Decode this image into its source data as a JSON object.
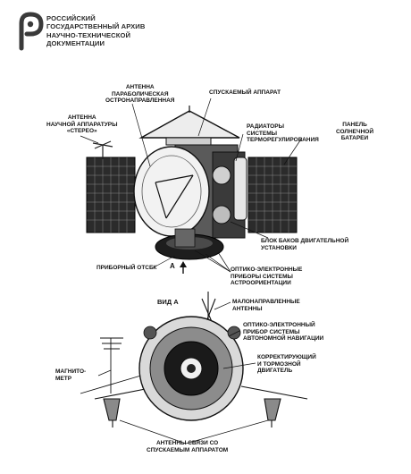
{
  "header": {
    "logo_icon": "archive-logo-icon",
    "lines": [
      "РОССИЙСКИЙ",
      "ГОСУДАРСТВЕННЫЙ АРХИВ",
      "НАУЧНО-ТЕХНИЧЕСКОЙ",
      "ДОКУМЕНТАЦИИ"
    ]
  },
  "labels": {
    "antenna_parabolic": [
      "АНТЕННА",
      "ПАРАБОЛИЧЕСКАЯ",
      "ОСТРОНАПРАВЛЕННАЯ"
    ],
    "descent_module": [
      "СПУСКАЕМЫЙ АППАРАТ"
    ],
    "stereo_antenna": [
      "АНТЕННА",
      "НАУЧНОЙ АППАРАТУРЫ",
      "«СТЕРЕО»"
    ],
    "radiators": [
      "РАДИАТОРЫ",
      "СИСТЕМЫ",
      "ТЕРМОРЕГУЛИРОВАНИЯ"
    ],
    "solar_panel": [
      "ПАНЕЛЬ",
      "СОЛНЕЧНОЙ",
      "БАТАРЕИ"
    ],
    "fuel_tanks": [
      "БЛОК БАКОВ ДВИГАТЕЛЬНОЙ",
      "УСТАНОВКИ"
    ],
    "instrument_bay": [
      "ПРИБОРНЫЙ ОТСЕК"
    ],
    "arrow_a": "A",
    "optical_astro": [
      "ОПТИКО-ЭЛЕКТРОННЫЕ",
      "ПРИБОРЫ СИСТЕМЫ",
      "АСТРООРИЕНТАЦИИ"
    ],
    "view_a": "ВИД А",
    "low_gain": [
      "МАЛОНАПРАВЛЕННЫЕ",
      "АНТЕННЫ"
    ],
    "optical_nav": [
      "ОПТИКО-ЭЛЕКТРОННЫЙ",
      "ПРИБОР СИСТЕМЫ",
      "АВТОНОМНОЙ НАВИГАЦИИ"
    ],
    "engine": [
      "КОРРЕКТИРУЮЩИЙ",
      "И ТОРМОЗНОЙ",
      "ДВИГАТЕЛЬ"
    ],
    "magnetometer": [
      "МАГНИТО-",
      "МЕТР"
    ],
    "comm_antennas": [
      "АНТЕННЫ СВЯЗИ СО",
      "СПУСКАЕМЫМ АППАРАТОМ"
    ]
  },
  "colors": {
    "ink": "#111111",
    "panel": "#2b2b2b",
    "logo": "#3a3a3a"
  }
}
